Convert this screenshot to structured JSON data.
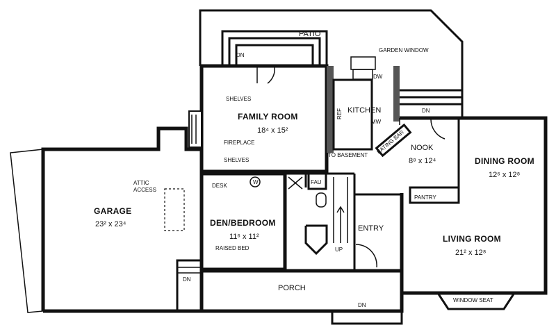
{
  "plan": {
    "patio": "PATIO",
    "garden_window": "GARDEN WINDOW",
    "family_room": {
      "name": "FAMILY ROOM",
      "size": "18⁴ x 15²"
    },
    "shelves_top": "SHELVES",
    "shelves_bottom": "SHELVES",
    "fireplace": "FIREPLACE",
    "kitchen": "KITCHEN",
    "ref": "REF",
    "dw": "DW",
    "mw": "MW",
    "eating_bar": "EATING BAR",
    "to_basement": "TO BASEMENT",
    "nook": {
      "name": "NOOK",
      "size": "8⁸ x 12⁴"
    },
    "dining_room": {
      "name": "DINING ROOM",
      "size": "12⁶ x 12⁸"
    },
    "pantry": "PANTRY",
    "living_room": {
      "name": "LIVING ROOM",
      "size": "21² x 12⁸"
    },
    "window_seat": "WINDOW SEAT",
    "garage": {
      "name": "GARAGE",
      "size": "23² x 23⁴"
    },
    "attic_access": [
      "ATTIC",
      "ACCESS"
    ],
    "desk": "DESK",
    "washer": "W",
    "fau": "FAU",
    "den": {
      "name": "DEN/BEDROOM",
      "size": "11⁶ x 11²",
      "note": "RAISED BED"
    },
    "entry": "ENTRY",
    "porch": "PORCH",
    "up": "UP",
    "dn": "DN"
  }
}
